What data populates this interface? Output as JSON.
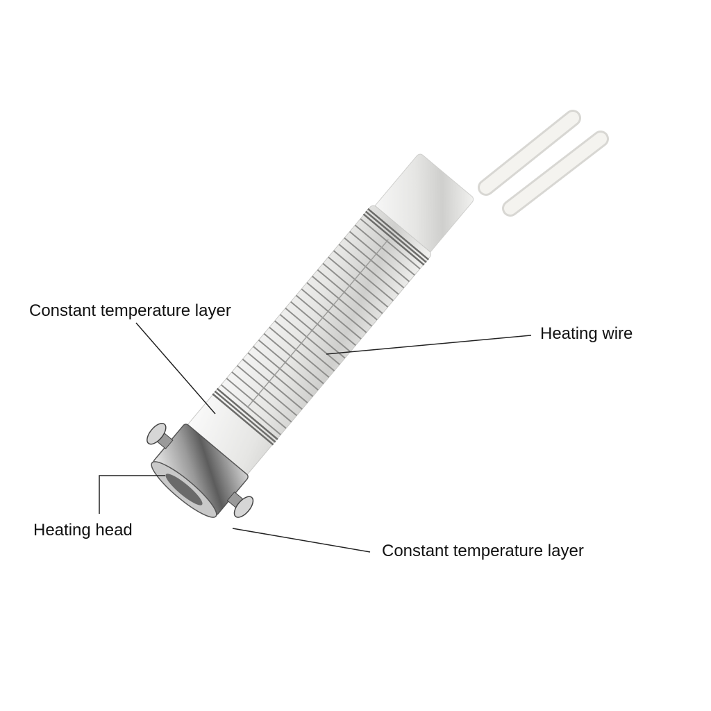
{
  "diagram": {
    "subject": "Soldering iron ceramic heating core",
    "labels": {
      "top_left": "Constant temperature layer",
      "right": "Heating wire",
      "bottom_left": "Heating head",
      "bottom_right": "Constant temperature layer"
    },
    "colors": {
      "background": "#ffffff",
      "text": "#111111",
      "leader_line": "#222222",
      "ceramic": "#e9e9e7",
      "metal": "#b8b8b8",
      "wire": "#f2f2f0"
    }
  }
}
